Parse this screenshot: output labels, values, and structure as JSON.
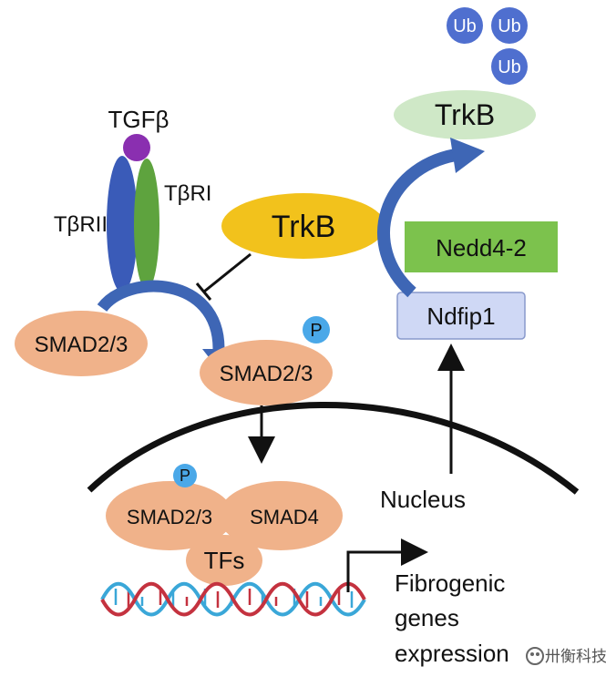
{
  "labels": {
    "ub_1": "Ub",
    "ub_2": "Ub",
    "ub_3": "Ub",
    "trkb_degraded": "TrkB",
    "tgfb": "TGFβ",
    "tbri": "TβRI",
    "tbrii": "TβRII",
    "trkb_active": "TrkB",
    "nedd4_2": "Nedd4-2",
    "ndfip1": "Ndfip1",
    "smad23_free": "SMAD2/3",
    "phospho": "P",
    "smad23_phos": "SMAD2/3",
    "nucleus": "Nucleus",
    "phospho_nuclear": "P",
    "smad23_nuclear": "SMAD2/3",
    "smad4": "SMAD4",
    "tfs": "TFs",
    "fibrogenic_line1": "Fibrogenic",
    "fibrogenic_line2": "genes",
    "fibrogenic_line3": "expression",
    "watermark": "卅衡科技"
  },
  "colors": {
    "ubiquitin": "#4f6fcf",
    "trkb_degraded": "#cfe8c7",
    "trkb_active": "#f2c21c",
    "tgfb": "#8a2fb0",
    "tbrii": "#3a5bb8",
    "tbri": "#5ea33e",
    "smad": "#f0b28a",
    "nedd4_2": "#7cc24d",
    "ndfip1": "#cfd8f5",
    "phospho": "#4aa8e8",
    "arrow": "#3e66b5",
    "dna_blue": "#3aa7d8",
    "dna_red": "#c4323f"
  }
}
